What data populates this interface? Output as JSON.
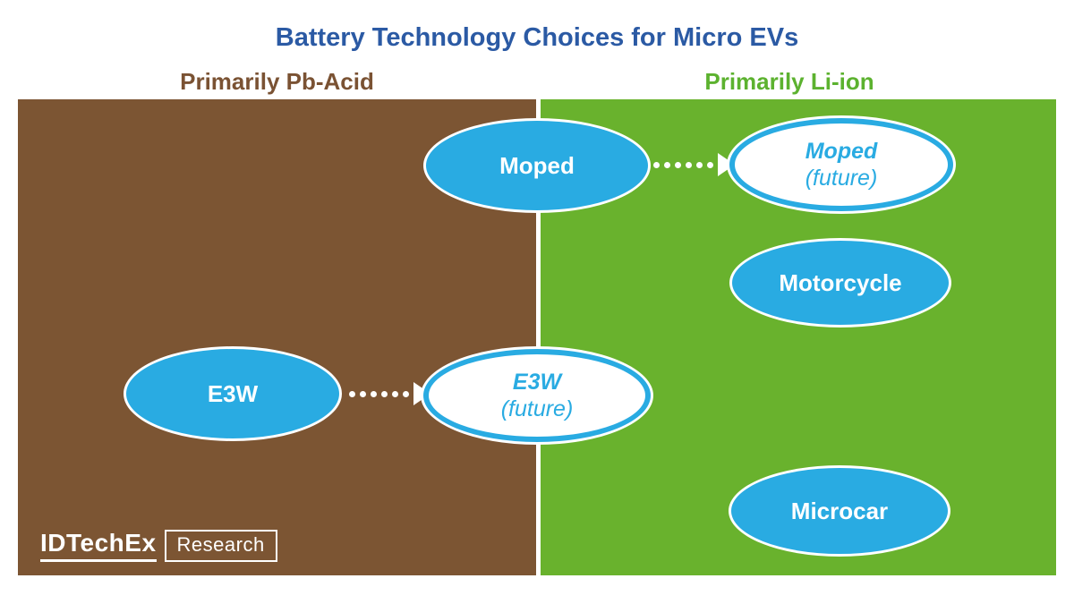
{
  "title": "Battery Technology Choices for Micro EVs",
  "regions": {
    "left": {
      "label": "Primarily Pb-Acid"
    },
    "right": {
      "label": "Primarily Li-ion"
    }
  },
  "nodes": [
    {
      "label": "Moped"
    },
    {
      "label": "Moped",
      "sublabel": "(future)"
    },
    {
      "label": "Motorcycle"
    },
    {
      "label": "E3W"
    },
    {
      "label": "E3W",
      "sublabel": "(future)"
    },
    {
      "label": "Microcar"
    }
  ],
  "transitions": [
    {
      "from": "Moped",
      "to": "Moped (future)"
    },
    {
      "from": "E3W",
      "to": "E3W (future)"
    }
  ],
  "logo": {
    "brand": "IDTechEx",
    "division": "Research"
  },
  "colors": {
    "title-blue": "#2B5AA4",
    "pb-acid-brown": "#7C5533",
    "li-ion-green": "#69B22D",
    "node-blue": "#29ABE2",
    "pb-acid-text": "#7A5233",
    "li-ion-text": "#5CB22F"
  }
}
